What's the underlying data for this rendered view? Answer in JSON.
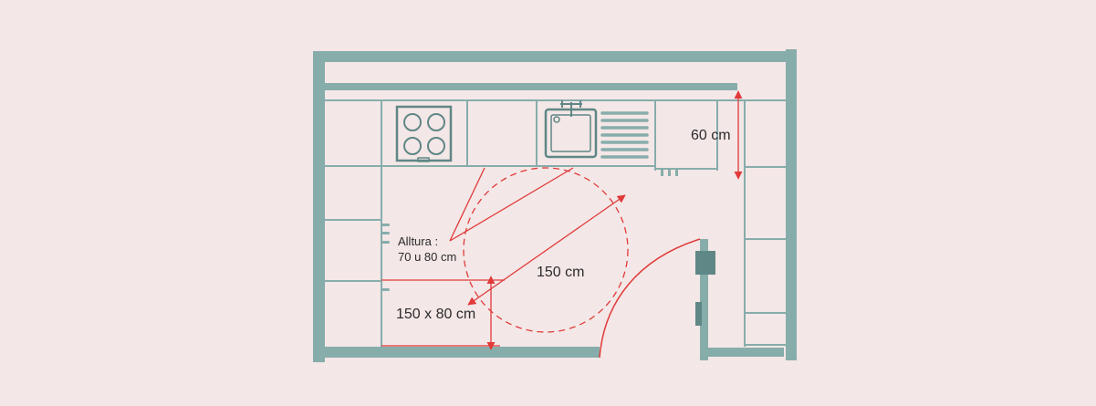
{
  "colors": {
    "background": "#f4e7e7",
    "wall": "#87adab",
    "appliance": "#5f8785",
    "dimension": "#e03a3a"
  },
  "icons": [
    "stove-icon",
    "sink-icon",
    "faucet-icon",
    "drainboard-icon",
    "door-icon"
  ],
  "labels": {
    "counter_depth": "60 cm",
    "height_line1": "Alltura :",
    "height_line2": "70 u 80 cm",
    "turning_circle": "150 cm",
    "table_size": "150 x 80 cm"
  }
}
